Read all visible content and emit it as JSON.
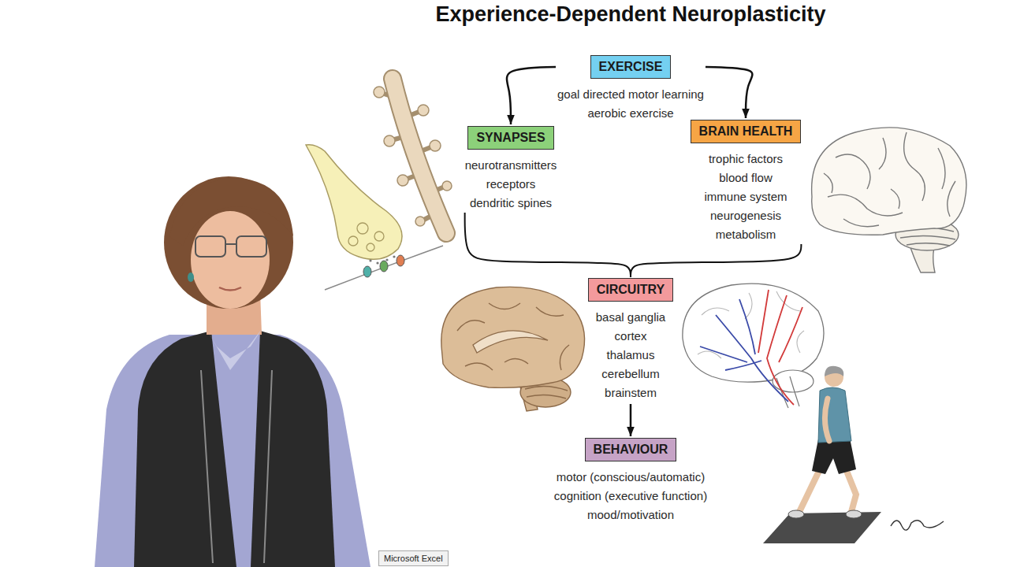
{
  "diagram": {
    "title": "Experience-Dependent Neuroplasticity",
    "nodes": [
      {
        "text": [
          "EXERCISE",
          "goal directed motor learning aerobic exercise"
        ]
      },
      {
        "text": [
          "SYNAPSES",
          "neurotransmitters receptors dendritic spines"
        ]
      },
      {
        "text": [
          "BRAIN HEALTH",
          "trophic factors blood flow immune system neurogenesis metabolism"
        ]
      },
      {
        "text": [
          "CIRCUITRY",
          "basal ganglia cortex thalamus cerebellum brainstem"
        ]
      },
      {
        "text": [
          "BEHAVIOUR",
          "motor (conscious/automatic) cognition (executive function) mood/motivation"
        ]
      }
    ],
    "edges": [
      {
        "from": 0,
        "to": 1,
        "arrow": "to"
      },
      {
        "from": 0,
        "to": 2,
        "arrow": "to"
      },
      {
        "from": 1,
        "to": 3,
        "arrow": "none"
      },
      {
        "from": 2,
        "to": 3,
        "arrow": "none"
      },
      {
        "from": 3,
        "to": 4,
        "arrow": "to"
      }
    ],
    "labels": [
      "Microsoft Excel"
    ]
  }
}
